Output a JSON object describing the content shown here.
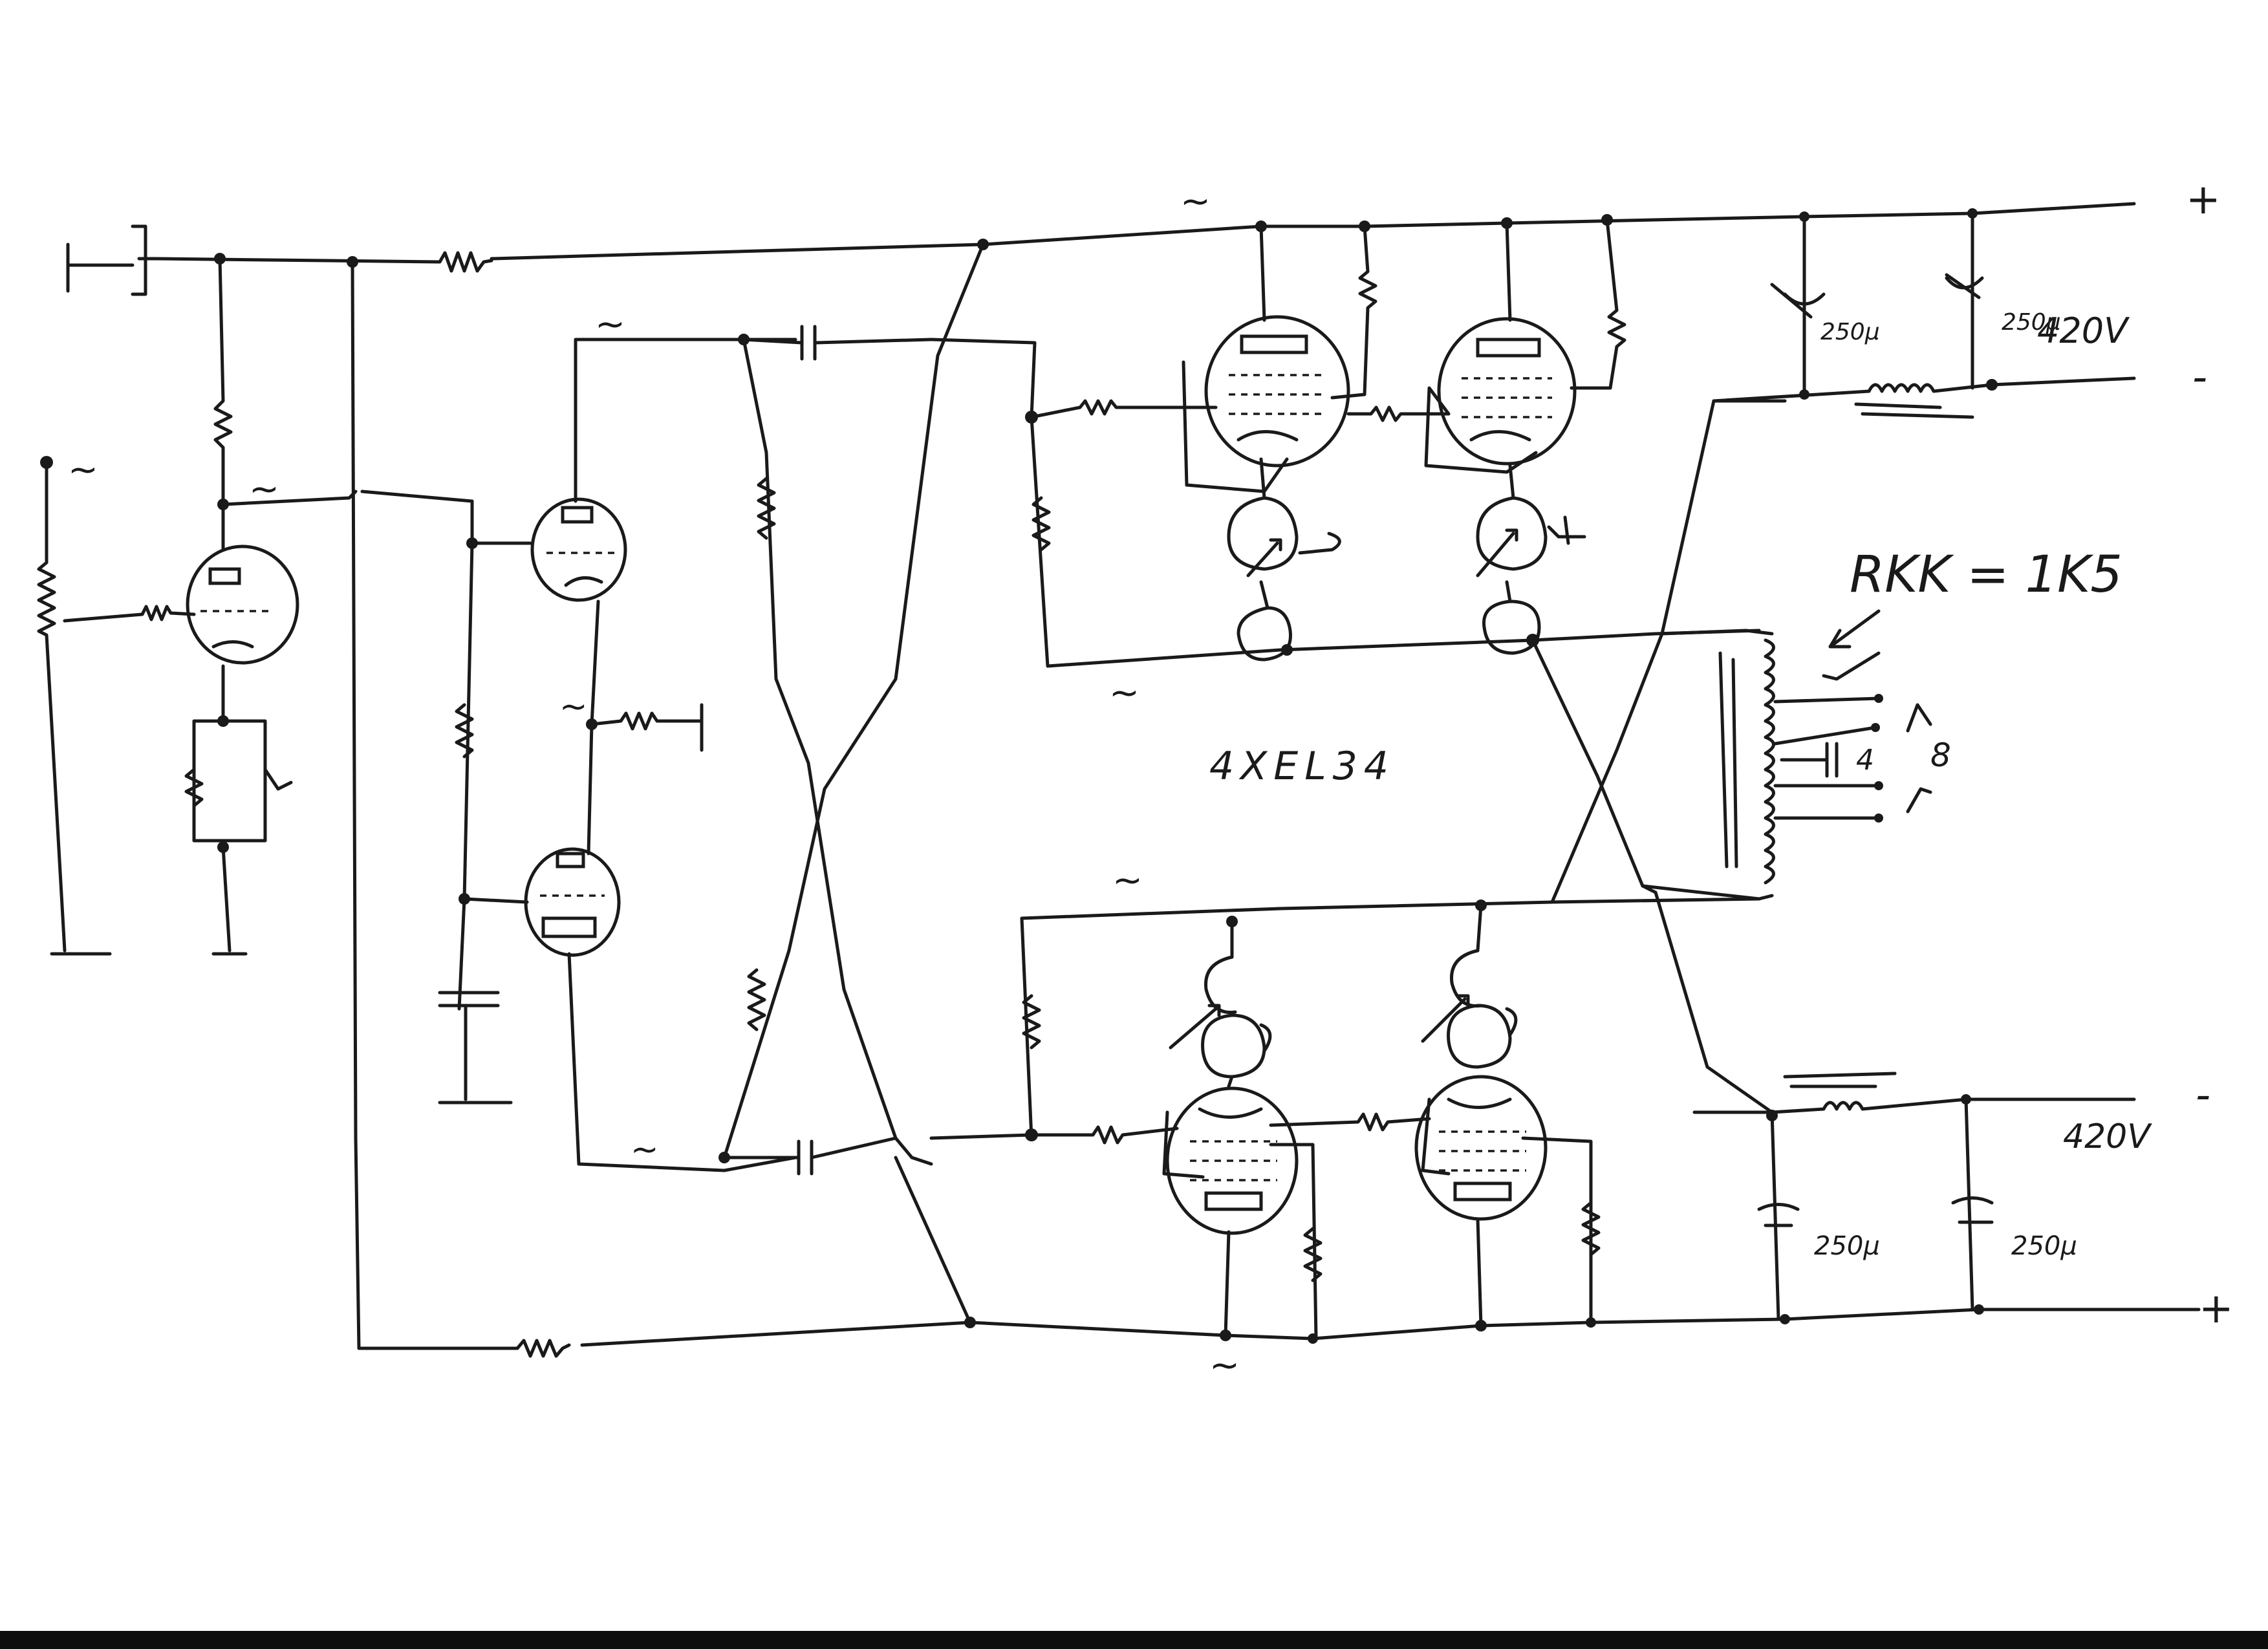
{
  "labels": {
    "tubes": "4XEL34",
    "rkk": "RKK = 1K5",
    "supply_top": "420V",
    "supply_bottom": "420V",
    "plus": "+",
    "minus": "-",
    "cap_1": "250μ",
    "cap_2": "250μ",
    "cap_3": "250μ",
    "cap_4": "250μ",
    "tap_4": "4",
    "tap_8": "8",
    "ac": "~"
  }
}
